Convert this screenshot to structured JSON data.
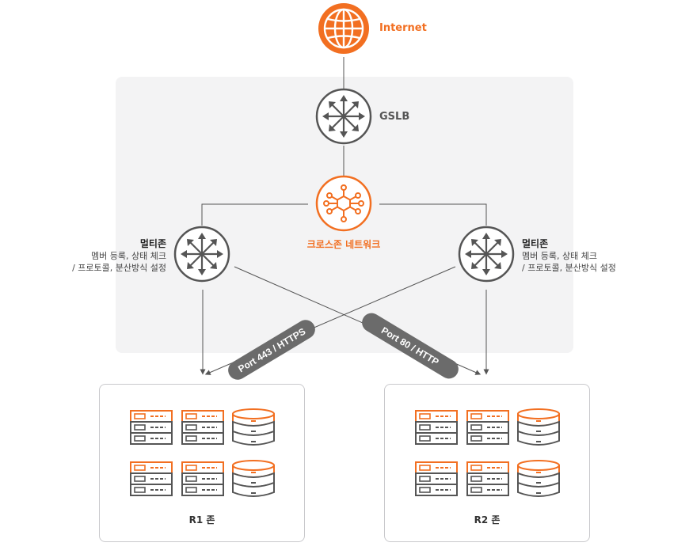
{
  "internet": {
    "label": "Internet"
  },
  "gslb": {
    "label": "GSLB"
  },
  "cross_zone": {
    "label": "크로스존 네트워크"
  },
  "multizone_left": {
    "title": "멀티존",
    "desc1": "멤버 등록, 상태 체크",
    "desc2": "/ 프로토콜, 분산방식 설정"
  },
  "multizone_right": {
    "title": "멀티존",
    "desc1": "멤버 등록, 상태 체크",
    "desc2": "/ 프로토콜, 분산방식 설정"
  },
  "port_https": "Port 443 / HTTPS",
  "port_http": "Port 80 / HTTP",
  "zone_r1": {
    "label": "R1 존"
  },
  "zone_r2": {
    "label": "R2 존"
  },
  "colors": {
    "accent": "#f26f21",
    "icon_gray": "#555555",
    "region_bg": "#f3f3f4",
    "pill": "#6b6b6b"
  }
}
